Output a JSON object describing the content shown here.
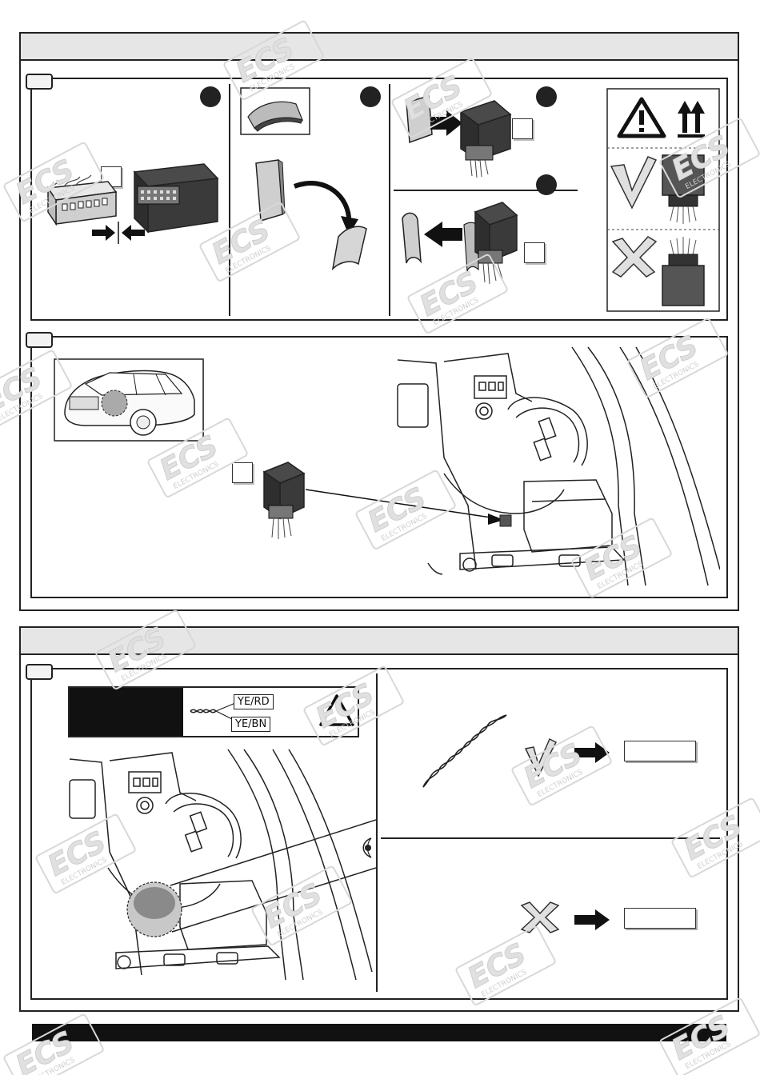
{
  "watermark": {
    "brand": "ECS",
    "sub": "ELECTRONICS"
  },
  "wiring": {
    "wire_1": "YE/RD",
    "wire_2": "YE/BN"
  },
  "colors": {
    "line": "#222222",
    "panel_header": "#e6e6e6",
    "module_dark": "#3a3a3a",
    "module_mid": "#555555",
    "watermark": "#d8d8d8"
  },
  "icons": {
    "warning": "warning-triangle-icon",
    "this_side_up": "this-side-up-arrows-icon",
    "check": "check-mark-icon",
    "cross": "cross-mark-icon",
    "eye": "eye-icon"
  }
}
